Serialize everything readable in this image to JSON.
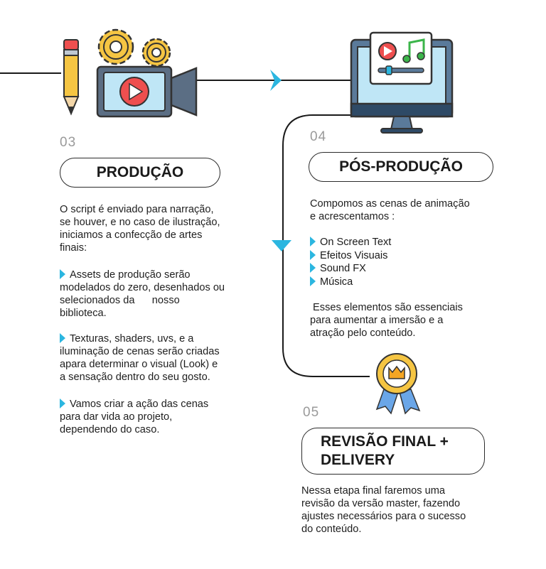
{
  "step03": {
    "number": "03",
    "title": "PRODUÇÃO",
    "intro": [
      "O script é enviado para narração,",
      "se houver, e no caso de ilustração,",
      "iniciamos a confecção de artes",
      "finais:"
    ],
    "bullet1": [
      "Assets de produção serão",
      "modelados do zero, desenhados ou",
      "selecionados da      nosso",
      "biblioteca."
    ],
    "bullet2": [
      "Texturas, shaders, uvs, e a",
      "iluminação de cenas serão criadas",
      "apara determinar o visual (Look) e",
      "a sensação dentro do seu gosto."
    ],
    "bullet3": [
      "Vamos criar a ação das cenas",
      "para dar vida ao projeto,",
      "dependendo do caso."
    ]
  },
  "step04": {
    "number": "04",
    "title": "PÓS-PRODUÇÃO",
    "intro": [
      "Compomos as cenas de animação",
      "e acrescentamos :"
    ],
    "items": [
      "On Screen Text",
      "Efeitos Visuais",
      "Sound FX",
      "Música"
    ],
    "outro": [
      " Esses elementos são essenciais",
      "para aumentar a imersão e a",
      "atração pelo conteúdo."
    ]
  },
  "step05": {
    "number": "05",
    "title_line1": "REVISÃO FINAL +",
    "title_line2": "DELIVERY",
    "body": [
      "Nessa etapa final faremos uma",
      "revisão da versão master, fazendo",
      "ajustes necessários para o sucesso",
      "do conteúdo."
    ]
  },
  "colors": {
    "accent": "#2bb6e0",
    "line": "#1a1a1a",
    "number": "#9a9a9a",
    "yellow": "#f5c543",
    "red": "#ee4f4f",
    "steel": "#5a7a9a"
  },
  "icons": [
    "pencil-icon",
    "gears-icon",
    "video-camera-icon",
    "monitor-icon",
    "music-note-icon",
    "award-ribbon-icon"
  ]
}
